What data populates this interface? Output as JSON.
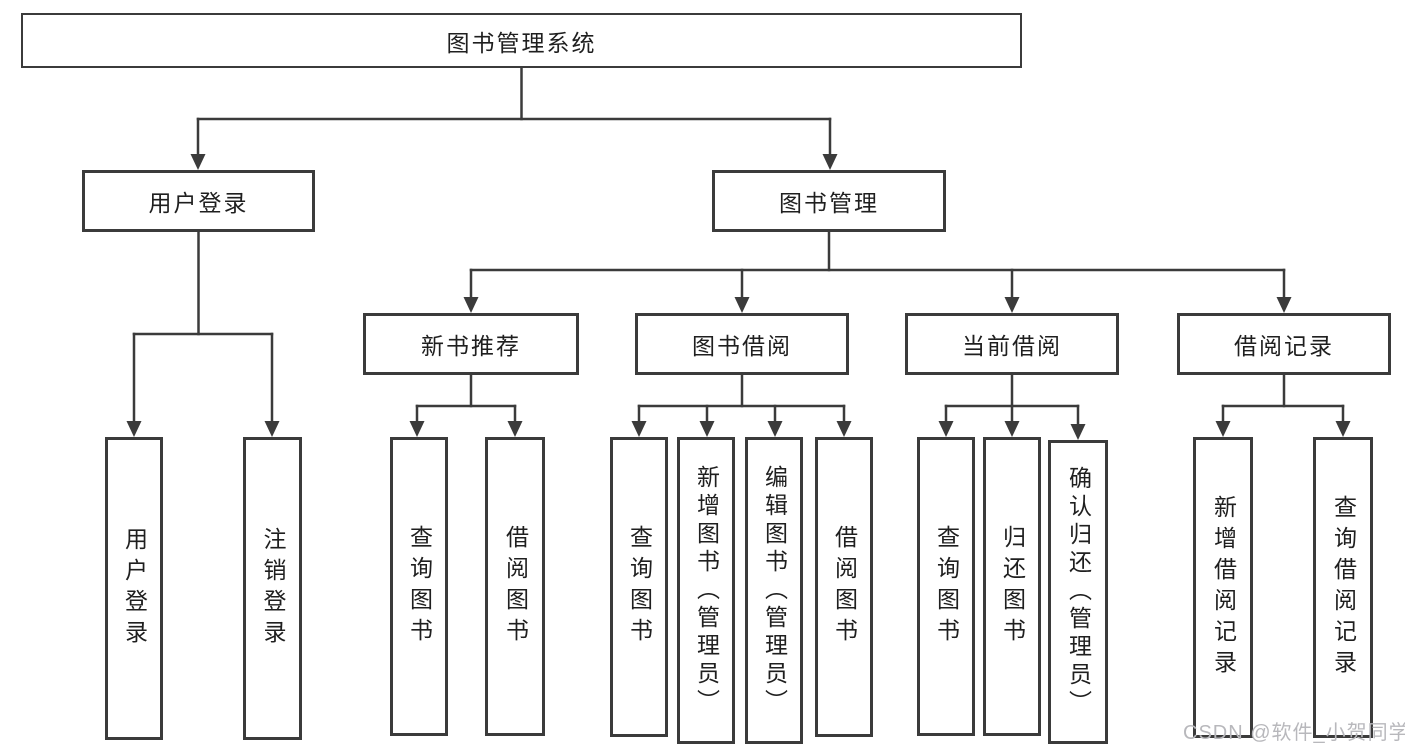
{
  "nodes": {
    "root": "图书管理系统",
    "level2": [
      "用户登录",
      "图书管理"
    ],
    "level3": [
      "新书推荐",
      "图书借阅",
      "当前借阅",
      "借阅记录"
    ],
    "user_login_children": [
      "用户登录",
      "注销登录"
    ],
    "new_book_children": [
      "查询图书",
      "借阅图书"
    ],
    "book_borrow_children": [
      "查询图书",
      "新增图书（管理员）",
      "编辑图书（管理员）",
      "借阅图书"
    ],
    "current_borrow_children": [
      "查询图书",
      "归还图书",
      "确认归还（管理员）"
    ],
    "borrow_record_children": [
      "新增借阅记录",
      "查询借阅记录"
    ]
  },
  "colors": {
    "line": "#3b3b3b",
    "border": "#3b3b3b",
    "text": "#1f1f1f",
    "watermark": "#b8b8bc",
    "background": "#ffffff"
  },
  "watermark": "CSDN @软件_小贺同学"
}
